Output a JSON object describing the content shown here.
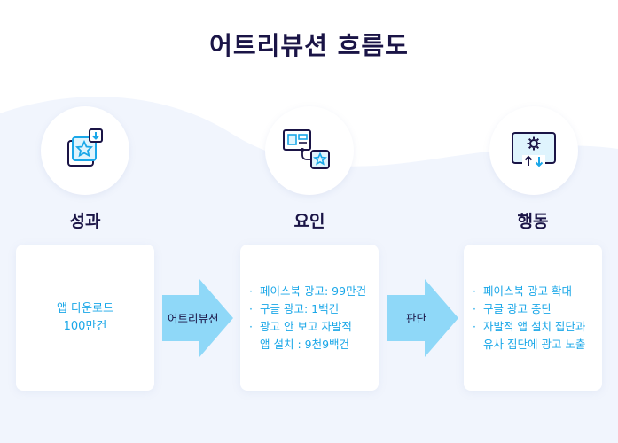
{
  "title": "어트리뷰션 흐름도",
  "columns": [
    {
      "heading": "성과",
      "icon": "star-download-icon",
      "lines": [
        "앱 다운로드",
        "100만건"
      ]
    },
    {
      "heading": "요인",
      "icon": "ad-to-star-icon",
      "items": [
        "페이스북 광고: 99만건",
        "구글 광고: 1백건",
        "광고 안 보고 자발적"
      ],
      "item_continuation": "앱 설치 : 9천9백건"
    },
    {
      "heading": "행동",
      "icon": "settings-transfer-icon",
      "items": [
        "페이스북 광고 확대",
        "구글 광고 중단",
        "자발적 앱 설치 집단과"
      ],
      "item_continuation": "유사 집단에 광고 노출"
    }
  ],
  "arrows": [
    {
      "label": "어트리뷰션"
    },
    {
      "label": "판단"
    }
  ],
  "colors": {
    "accent": "#1aa7e8",
    "title": "#1a1446",
    "arrow": "#8fd8f8",
    "background_wave": "#f1f5fd"
  }
}
